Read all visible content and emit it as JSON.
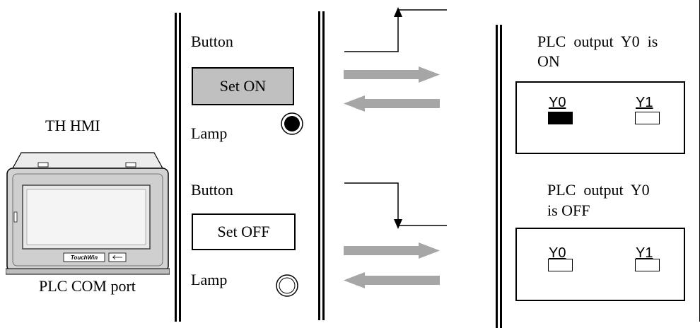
{
  "hmi": {
    "title": "TH HMI",
    "port_label": "PLC COM port",
    "brand": "TouchWin"
  },
  "panel": {
    "on_section": {
      "button_label": "Button",
      "button_text": "Set ON",
      "lamp_label": "Lamp",
      "lamp_state": "on"
    },
    "off_section": {
      "button_label": "Button",
      "button_text": "Set OFF",
      "lamp_label": "Lamp",
      "lamp_state": "off"
    }
  },
  "plc": {
    "on_caption_line1": "PLC  output  Y0  is",
    "on_caption_line2": "ON",
    "off_caption_line1": "PLC  output  Y0",
    "off_caption_line2": "is OFF",
    "on_box": {
      "y0_label": "Y0",
      "y1_label": "Y1",
      "y0_state": "on",
      "y1_state": "off"
    },
    "off_box": {
      "y0_label": "Y0",
      "y1_label": "Y1",
      "y0_state": "off",
      "y1_state": "off"
    }
  },
  "colors": {
    "arrow_gray": "#a6a6a6",
    "button_on_fill": "#c0c0c0",
    "hmi_body": "#d0d0d0"
  }
}
